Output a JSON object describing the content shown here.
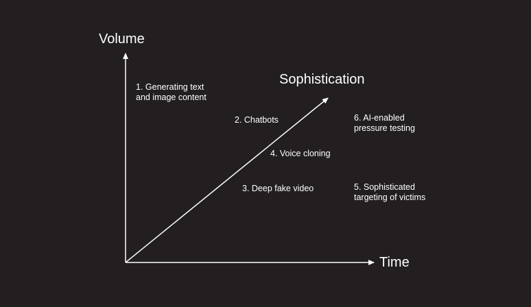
{
  "axes": {
    "y_label": "Volume",
    "x_label": "Time",
    "diagonal_label": "Sophistication"
  },
  "items": [
    {
      "text": "1. Generating text\nand image content"
    },
    {
      "text": "2. Chatbots"
    },
    {
      "text": "3. Deep fake video"
    },
    {
      "text": "4. Voice cloning"
    },
    {
      "text": "5. Sophisticated\ntargeting of victims"
    },
    {
      "text": "6. AI-enabled\npressure testing"
    }
  ],
  "colors": {
    "background": "#231f20",
    "foreground": "#ffffff"
  }
}
